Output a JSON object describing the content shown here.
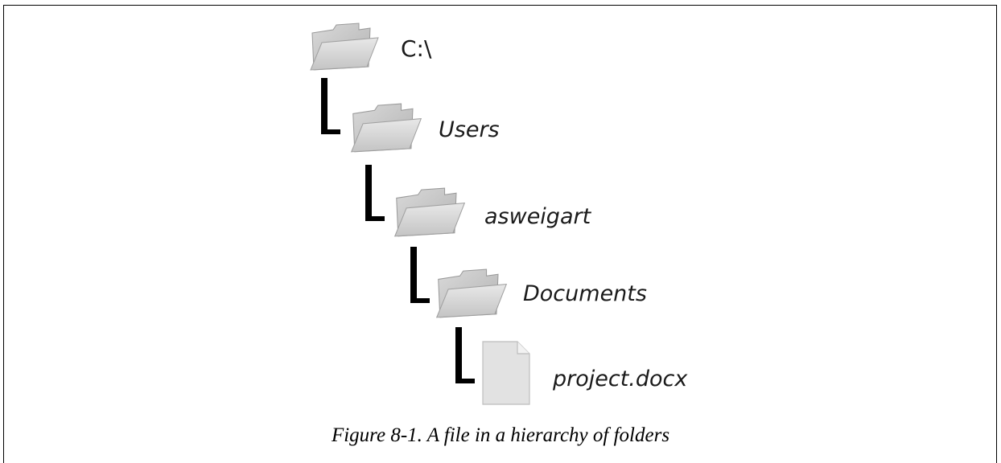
{
  "tree": {
    "root": {
      "label": "C:\\",
      "icon": "folder-icon"
    },
    "children": [
      {
        "label": "Users",
        "icon": "folder-icon"
      },
      {
        "label": "asweigart",
        "icon": "folder-icon"
      },
      {
        "label": "Documents",
        "icon": "folder-icon"
      },
      {
        "label": "project.docx",
        "icon": "file-icon"
      }
    ]
  },
  "caption": "Figure 8-1. A file in a hierarchy of folders"
}
